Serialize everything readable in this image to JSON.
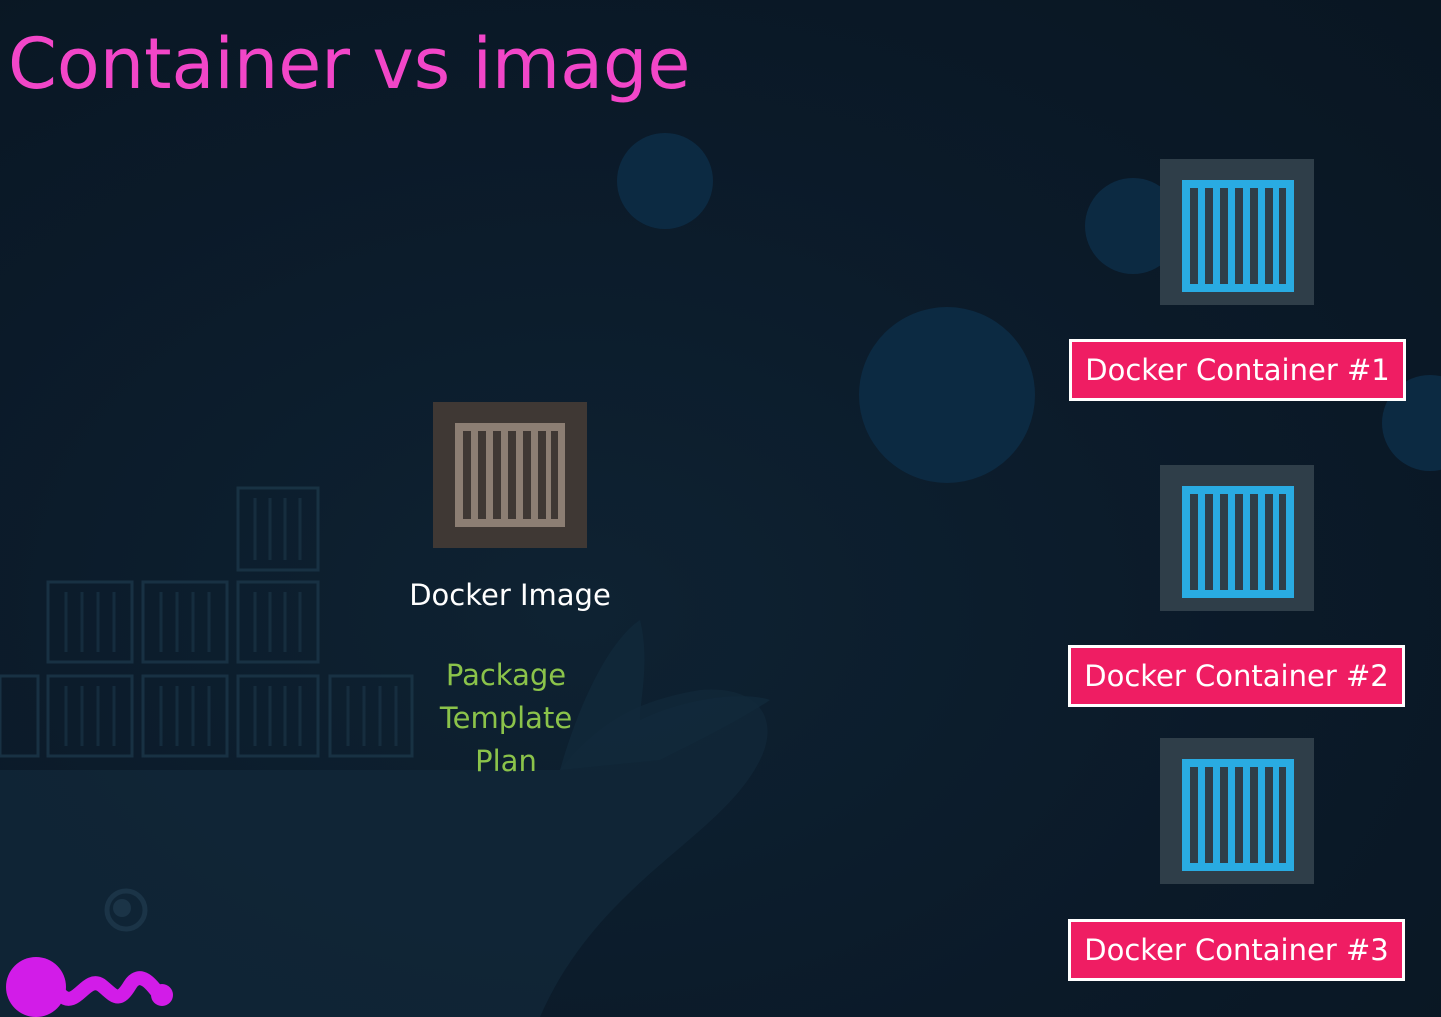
{
  "slide": {
    "title": "Container vs image"
  },
  "image": {
    "label": "Docker Image",
    "icon": "container-icon",
    "descriptors": [
      "Package",
      "Template",
      "Plan"
    ]
  },
  "containers": [
    {
      "label": "Docker Container #1",
      "icon": "container-icon"
    },
    {
      "label": "Docker Container #2",
      "icon": "container-icon"
    },
    {
      "label": "Docker Container #3",
      "icon": "container-icon"
    }
  ],
  "colors": {
    "background": "#0b1a29",
    "title": "#f246c8",
    "image_icon_frame": "#3f3834",
    "image_icon_fill": "#8c7e73",
    "container_icon_frame": "#2f3e49",
    "container_icon_fill": "#29abe2",
    "container_label_bg": "#ef1d63",
    "descriptor_text": "#8bc34a",
    "logo": "#d21ce8"
  }
}
